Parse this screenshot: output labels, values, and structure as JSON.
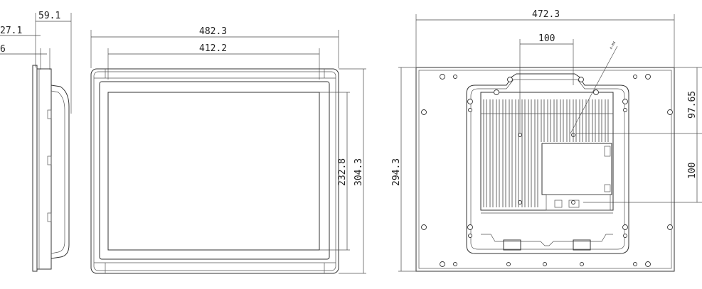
{
  "side_view": {
    "dim_depth": "59.1",
    "dim_frame": "27.1",
    "dim_bezel": "6"
  },
  "front_view": {
    "dim_outer_width": "482.3",
    "dim_inner_width": "412.2",
    "dim_display_height": "232.8",
    "dim_outer_height": "304.3"
  },
  "rear_view": {
    "dim_outer_width": "472.3",
    "dim_vesa_horizontal": "100",
    "dim_outer_height": "294.3",
    "dim_offset_top": "97.65",
    "dim_vesa_vertical": "100",
    "leader_note": "4-M4"
  }
}
